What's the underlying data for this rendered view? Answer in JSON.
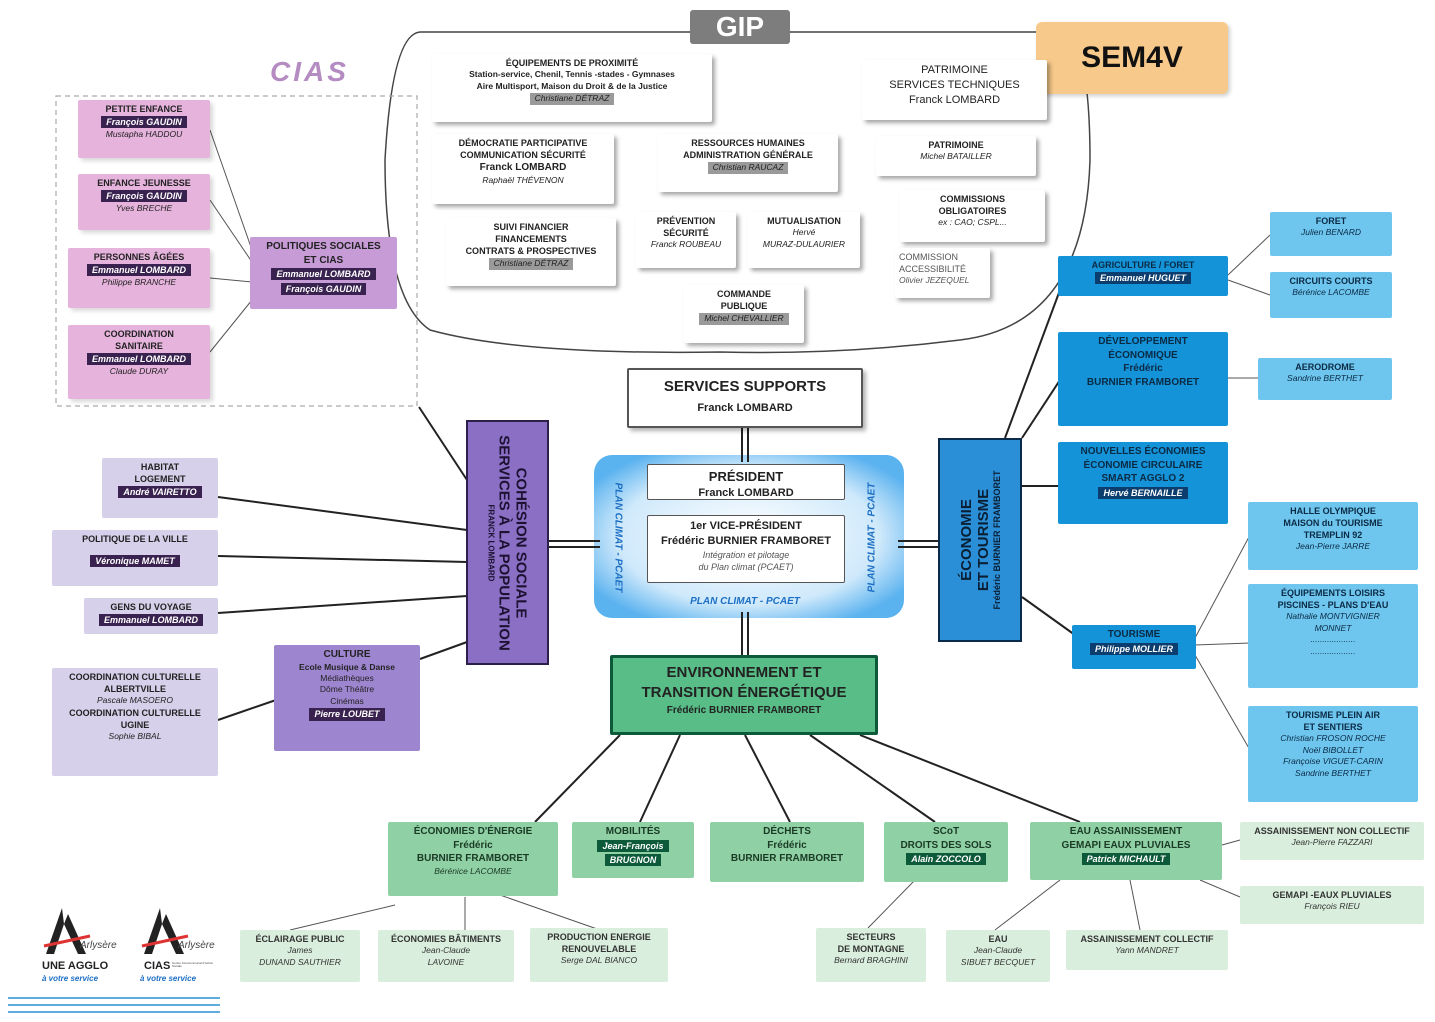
{
  "gip": {
    "label": "GIP"
  },
  "sem4v": {
    "label": "SEM4V"
  },
  "cias": {
    "label": "CIAS"
  },
  "equipements": {
    "title": "ÉQUIPEMENTS DE PROXIMITÉ",
    "line1": "Station-service, Chenil, Tennis -stades - Gymnases",
    "line2": "Aire Multisport, Maison du Droit & de la Justice",
    "name": "Christiane DÉTRAZ"
  },
  "patrimoine_st": {
    "l1": "PATRIMOINE",
    "l2": "SERVICES TECHNIQUES",
    "name": "Franck LOMBARD"
  },
  "patrimoine": {
    "title": "PATRIMOINE",
    "name": "Michel BATAILLER"
  },
  "democratie": {
    "l1": "DÉMOCRATIE PARTICIPATIVE",
    "l2": "COMMUNICATION    SÉCURITÉ",
    "name": "Franck LOMBARD",
    "sub": "Raphaël THÉVENON"
  },
  "rh": {
    "l1": "RESSOURCES HUMAINES",
    "l2": "ADMINISTRATION GÉNÉRALE",
    "name": "Christian RAUCAZ"
  },
  "commissions": {
    "l1": "COMMISSIONS",
    "l2": "OBLIGATOIRES",
    "sub": "ex : CAO; CSPL..."
  },
  "accessibilite": {
    "l1": "COMMISSION",
    "l2": "ACCESSIBILITÉ",
    "name": "Olivier JEZEQUEL"
  },
  "suivi": {
    "l1": "SUIVI FINANCIER",
    "l2": "FINANCEMENTS",
    "l3": "CONTRATS & PROSPECTIVES",
    "name": "Christiane DÉTRAZ"
  },
  "prevention": {
    "l1": "PRÉVENTION",
    "l2": "SÉCURITÉ",
    "name": "Franck ROUBEAU"
  },
  "mutualisation": {
    "l1": "MUTUALISATION",
    "name1": "Hervé",
    "name2": "MURAZ-DULAURIER"
  },
  "commande": {
    "l1": "COMMANDE",
    "l2": "PUBLIQUE",
    "name": "Michel CHEVALLIER"
  },
  "services_supports": {
    "title": "SERVICES SUPPORTS",
    "name": "Franck LOMBARD"
  },
  "president": {
    "title": "PRÉSIDENT",
    "name": "Franck LOMBARD"
  },
  "vice_president": {
    "title": "1er VICE-PRÉSIDENT",
    "name": "Frédéric BURNIER FRAMBORET",
    "sub1": "Intégration et pilotage",
    "sub2": "du Plan climat (PCAET)"
  },
  "plan_climat": {
    "label": "PLAN CLIMAT - PCAET"
  },
  "petite_enfance": {
    "title": "PETITE ENFANCE",
    "name": "François GAUDIN",
    "sub": "Mustapha HADDOU"
  },
  "enfance_jeunesse": {
    "title": "ENFANCE JEUNESSE",
    "name": "François GAUDIN",
    "sub": "Yves BRECHE"
  },
  "personnes_agees": {
    "title": "PERSONNES ÂGÉES",
    "name": "Emmanuel LOMBARD",
    "sub": "Philippe BRANCHE"
  },
  "coordination_sanitaire": {
    "l1": "COORDINATION",
    "l2": "SANITAIRE",
    "name": "Emmanuel LOMBARD",
    "sub": "Claude DURAY"
  },
  "politiques_sociales": {
    "l1": "POLITIQUES SOCIALES",
    "l2": "ET CIAS",
    "name1": "Emmanuel LOMBARD",
    "name2": "François GAUDIN"
  },
  "cohesion": {
    "l1": "COHÉSION SOCIALE",
    "l2": "SERVICES À LA POPULATION",
    "name": "FRANCK LOMBARD"
  },
  "habitat": {
    "l1": "HABITAT",
    "l2": "LOGEMENT",
    "name": "André VAIRETTO"
  },
  "politique_ville": {
    "title": "POLITIQUE DE LA VILLE",
    "name": "Véronique MAMET"
  },
  "gens_voyage": {
    "title": "GENS DU VOYAGE",
    "name": "Emmanuel LOMBARD"
  },
  "coord_culturelle": {
    "l1": "COORDINATION CULTURELLE",
    "l2": "ALBERTVILLE",
    "sub1": "Pascale MASOERO",
    "l3": "COORDINATION CULTURELLE",
    "l4": "UGINE",
    "sub2": "Sophie BIBAL"
  },
  "culture": {
    "title": "CULTURE",
    "l1": "Ecole Musique & Danse",
    "l2": "Médiathèques",
    "l3": "Dôme Théâtre",
    "l4": "Cinémas",
    "name": "Pierre LOUBET"
  },
  "economie": {
    "l1": "ÉCONOMIE",
    "l2": "ET TOURISME",
    "name": "Frédéric BURNIER FRAMBORET"
  },
  "agriculture": {
    "title": "AGRICULTURE / FORET",
    "name": "Emmanuel HUGUET"
  },
  "foret": {
    "title": "FORET",
    "sub": "Julien BENARD"
  },
  "circuits": {
    "title": "CIRCUITS COURTS",
    "sub": "Bérénice LACOMBE"
  },
  "dev_eco": {
    "l1": "DÉVELOPPEMENT",
    "l2": "ÉCONOMIQUE",
    "name1": "Frédéric",
    "name2": "BURNIER FRAMBORET"
  },
  "aerodrome": {
    "title": "AERODROME",
    "sub": "Sandrine BERTHET"
  },
  "nouvelles": {
    "l1": "NOUVELLES ÉCONOMIES",
    "l2": "ÉCONOMIE CIRCULAIRE",
    "l3": "SMART AGGLO 2",
    "name": "Hervé BERNAILLE"
  },
  "tourisme": {
    "title": "TOURISME",
    "name": "Philippe MOLLIER"
  },
  "halle": {
    "l1": "HALLE OLYMPIQUE",
    "l2": "MAISON du TOURISME",
    "l3": "TREMPLIN 92",
    "sub": "Jean-Pierre JARRE"
  },
  "equip_loisirs": {
    "l1": "ÉQUIPEMENTS LOISIRS",
    "l2": "PISCINES - PLANS D'EAU",
    "sub1": "Nathalie MONTVIGNIER",
    "sub2": "MONNET",
    "sub3": "...................",
    "sub4": "..................."
  },
  "plein_air": {
    "l1": "TOURISME PLEIN AIR",
    "l2": "ET SENTIERS",
    "sub1": "Christian FROSON ROCHE",
    "sub2": "Noël BIBOLLET",
    "sub3": "Françoise VIGUET-CARIN",
    "sub4": "Sandrine BERTHET"
  },
  "environnement": {
    "l1": "ENVIRONNEMENT ET",
    "l2": "TRANSITION ÉNERGÉTIQUE",
    "name": "Frédéric BURNIER FRAMBORET"
  },
  "eco_energie": {
    "title": "ÉCONOMIES D'ÉNERGIE",
    "name1": "Frédéric",
    "name2": "BURNIER FRAMBORET",
    "sub": "Bérénice LACOMBE"
  },
  "mobilites": {
    "title": "MOBILITÉS",
    "name1": "Jean-François",
    "name2": "BRUGNON"
  },
  "dechets": {
    "title": "DÉCHETS",
    "name1": "Frédéric",
    "name2": "BURNIER FRAMBORET"
  },
  "scot": {
    "l1": "SCoT",
    "l2": "DROITS DES SOLS",
    "name": "Alain ZOCCOLO"
  },
  "eau_assain": {
    "l1": "EAU ASSAINISSEMENT",
    "l2": "GEMAPI  EAUX PLUVIALES",
    "name": "Patrick MICHAULT"
  },
  "assain_non": {
    "title": "ASSAINISSEMENT NON COLLECTIF",
    "sub": "Jean-Pierre FAZZARI"
  },
  "gemapi": {
    "title": "GEMAPI -EAUX PLUVIALES",
    "sub": "François RIEU"
  },
  "eclairage": {
    "title": "ÉCLAIRAGE PUBLIC",
    "sub1": "James",
    "sub2": "DUNAND SAUTHIER"
  },
  "eco_batiments": {
    "title": "ÉCONOMIES BÂTIMENTS",
    "sub1": "Jean-Claude",
    "sub2": "LAVOINE"
  },
  "production": {
    "l1": "PRODUCTION ENERGIE",
    "l2": "RENOUVELABLE",
    "sub": "Serge DAL BIANCO"
  },
  "secteurs": {
    "l1": "SECTEURS",
    "l2": "DE MONTAGNE",
    "sub": "Bernard BRAGHINI"
  },
  "eau": {
    "title": "EAU",
    "sub1": "Jean-Claude",
    "sub2": "SIBUET BECQUET"
  },
  "assain_coll": {
    "title": "ASSAINISSEMENT COLLECTIF",
    "sub": "Yann MANDRET"
  },
  "logo1": {
    "brand": "Arlysère",
    "line1": "UNE AGGLO",
    "line2": "à votre service"
  },
  "logo2": {
    "brand": "Arlysère",
    "line1": "CIAS",
    "line1b": "Centre Intercommunal d'Action Sociale",
    "line2": "à votre service"
  },
  "colors": {
    "pink": "#e6b3dd",
    "violet": "#c69bd6",
    "cohesion": "#8a6fc4",
    "lavender": "#d6d0ea",
    "light_blue": "#6ec6ef",
    "dark_blue": "#1593d8",
    "economie": "#2b8fd8",
    "light_green": "#d9eedc",
    "mid_green": "#8fd1a4",
    "dark_green": "#0d7a4a",
    "sem4v": "#f7c98a",
    "cias_text": "#b58cc2"
  }
}
